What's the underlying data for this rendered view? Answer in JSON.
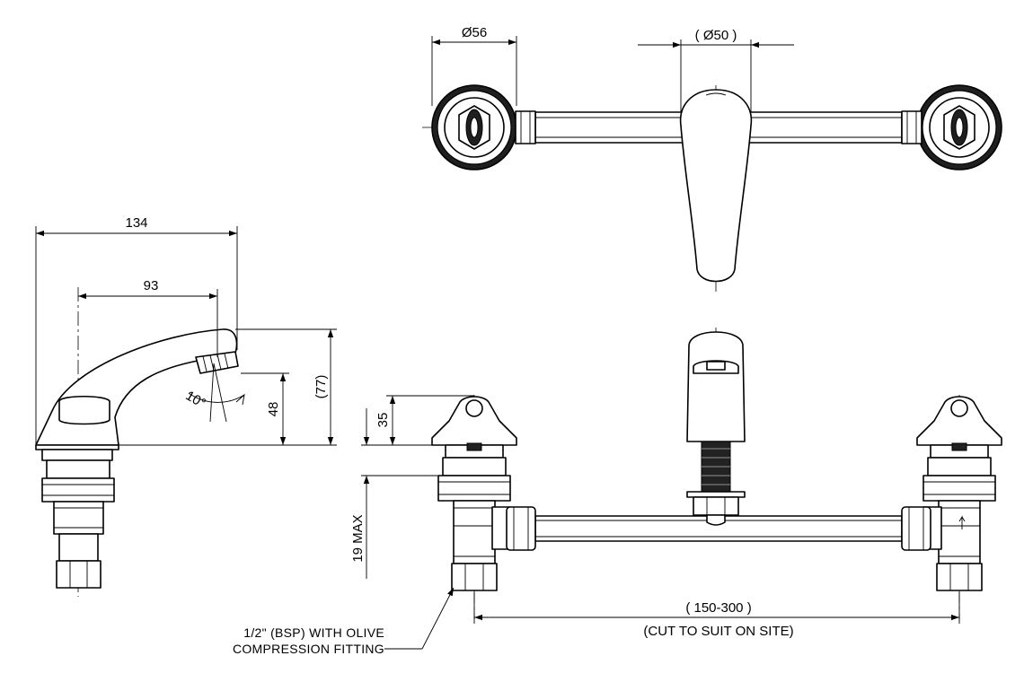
{
  "dimensions": {
    "top_left_dia": "Ø56",
    "top_mid_dia": "( Ø50 )",
    "spout_length": "134",
    "spout_reach": "93",
    "spout_angle": "10°",
    "spout_height": "48",
    "spout_overall_height": "(77)",
    "handle_height": "35",
    "mount_max": "19 MAX",
    "pipe_range": "( 150-300 )",
    "pipe_note": "(CUT TO SUIT ON SITE)"
  },
  "notes": {
    "fitting_line1": "1/2\" (BSP) WITH OLIVE",
    "fitting_line2": "COMPRESSION FITTING"
  }
}
